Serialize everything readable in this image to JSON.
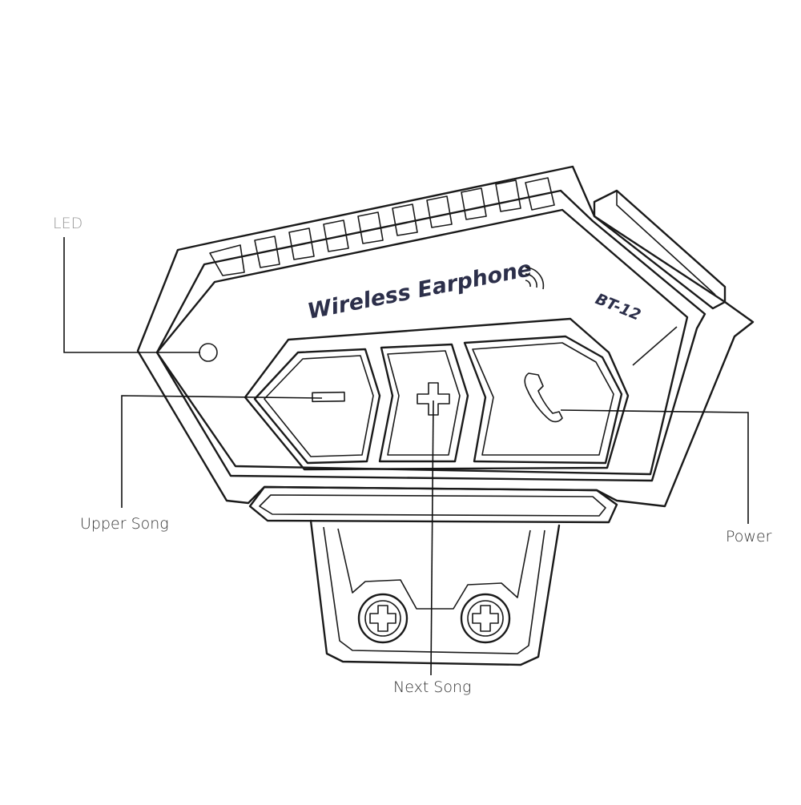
{
  "product": {
    "brand_label": "Wireless Earphone",
    "model_label": "BT-12"
  },
  "callouts": {
    "led": "LED",
    "upper_song": "Upper Song",
    "next_song": "Next Song",
    "power": "Power"
  },
  "colors": {
    "outline": "#1a1a1a",
    "brand_text": "#2c2f4a",
    "led_label": "#9a9a9a",
    "callout_text": "#333333"
  },
  "icons": {
    "upper_song_button": "minus-icon",
    "next_song_button": "plus-icon",
    "power_button": "phone-icon",
    "signal": "wifi-signal-icon",
    "screws": "screw-icon"
  }
}
